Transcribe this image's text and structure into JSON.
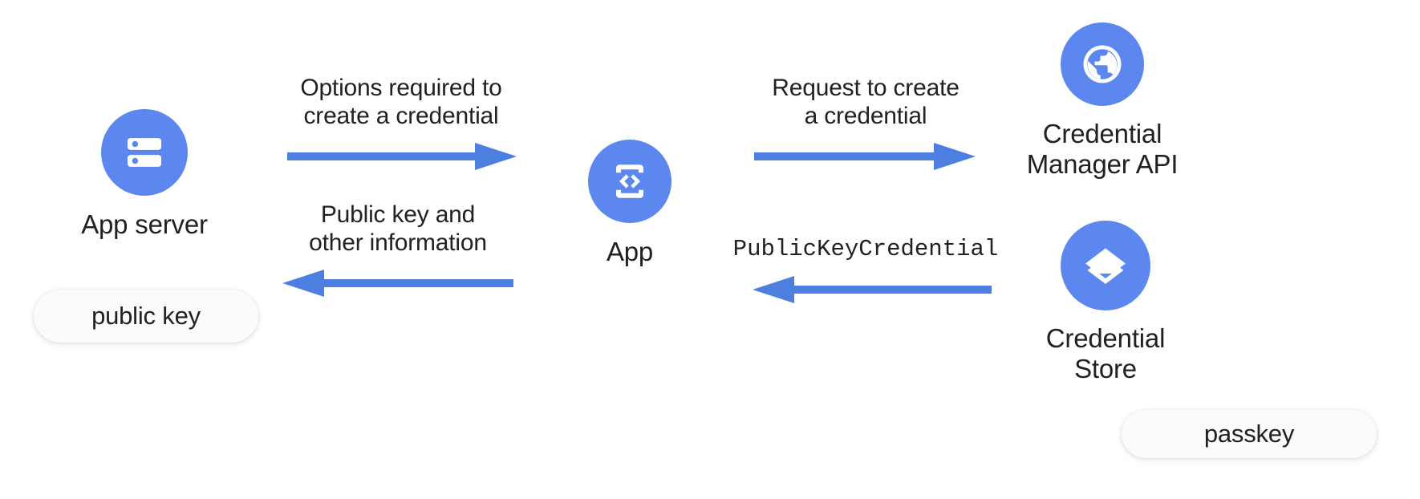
{
  "diagram": {
    "title": "Passkey creation flow between App server, App, Credential Manager API and Credential Store",
    "background_color": "#ffffff",
    "accent_color": "#5b87ef",
    "text_color": "#202124",
    "pill_fill": "#fbfbfb"
  },
  "nodes": [
    {
      "id": "app-server",
      "label": "App server",
      "icon": "server-icon",
      "icon_color": "#5b87ef"
    },
    {
      "id": "app",
      "label": "App",
      "icon": "app-code-device-icon",
      "icon_color": "#5b87ef"
    },
    {
      "id": "credential-manager-api",
      "label": "Credential\nManager API",
      "icon": "globe-public-icon",
      "icon_color": "#5b87ef"
    },
    {
      "id": "credential-store",
      "label": "Credential Store",
      "icon": "layers-stack-icon",
      "icon_color": "#5b87ef"
    }
  ],
  "pills": [
    {
      "id": "public-key-pill",
      "label": "public key"
    },
    {
      "id": "passkey-pill",
      "label": "passkey"
    }
  ],
  "flows": [
    {
      "id": "options-required",
      "label": "Options required to\ncreate a credential",
      "direction": "right",
      "from": "app-server",
      "to": "app",
      "mono": false
    },
    {
      "id": "public-key-and-other-information",
      "label": "Public key and\nother information",
      "direction": "left",
      "from": "app",
      "to": "app-server",
      "mono": false
    },
    {
      "id": "request-to-create-a-credential",
      "label": "Request to create\na credential",
      "direction": "right",
      "from": "app",
      "to": "credential-manager-api",
      "mono": false
    },
    {
      "id": "public-key-credential",
      "label": "PublicKeyCredential",
      "direction": "left",
      "from": "credential-store",
      "to": "app",
      "mono": true
    }
  ]
}
